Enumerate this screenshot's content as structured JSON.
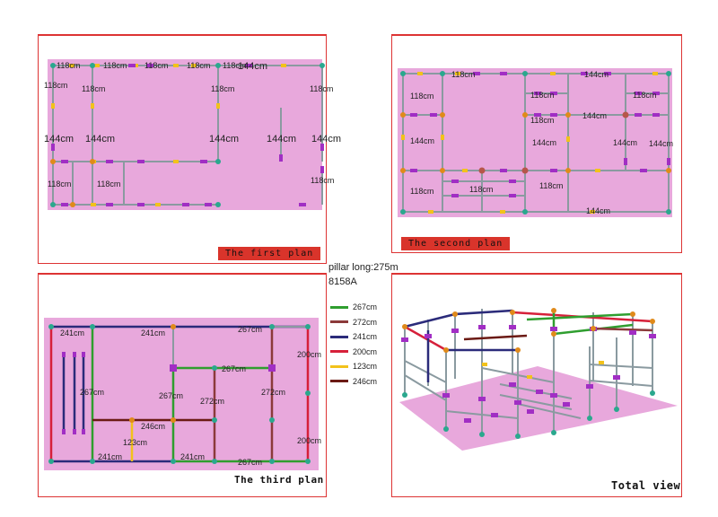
{
  "panels": {
    "first": {
      "label": "The first plan"
    },
    "second": {
      "label": "The second plan"
    },
    "third": {
      "label": "The third plan"
    },
    "total": {
      "label": "Total view"
    }
  },
  "info": {
    "pillar": "pillar long:275m",
    "model": "8158A"
  },
  "legend": [
    {
      "label": "267cm",
      "color": "#2f9e2f"
    },
    {
      "label": "272cm",
      "color": "#8b3a3a"
    },
    {
      "label": "241cm",
      "color": "#2b2b7a"
    },
    {
      "label": "200cm",
      "color": "#d6203a"
    },
    {
      "label": "123cm",
      "color": "#f2c21b"
    },
    {
      "label": "246cm",
      "color": "#6b1a14"
    }
  ],
  "plan1_labels": [
    "118cm",
    "118cm",
    "118cm",
    "118cm",
    "118cm",
    "144cm",
    "118cm",
    "118cm",
    "118cm",
    "118cm",
    "144cm",
    "144cm",
    "144cm",
    "144cm",
    "144cm",
    "118cm",
    "118cm",
    "118cm"
  ],
  "plan2_labels": [
    "118cm",
    "144cm",
    "118cm",
    "118cm",
    "118cm",
    "118cm",
    "144cm",
    "144cm",
    "144cm",
    "144cm",
    "144cm",
    "118cm",
    "118cm",
    "118cm",
    "144cm"
  ],
  "plan3_labels": [
    "241cm",
    "241cm",
    "267cm",
    "267cm",
    "200cm",
    "267cm",
    "267cm",
    "272cm",
    "272cm",
    "246cm",
    "123cm",
    "241cm",
    "241cm",
    "267cm",
    "200cm"
  ]
}
